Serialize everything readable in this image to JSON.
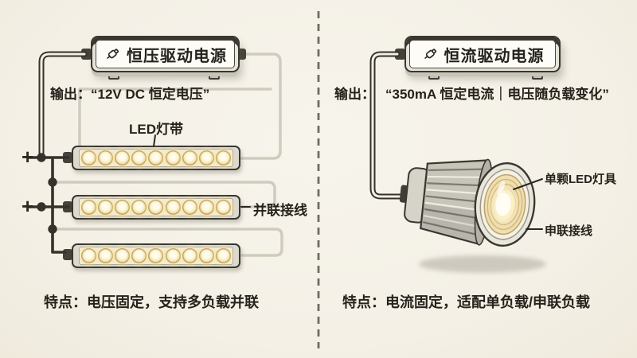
{
  "colors": {
    "background": "#f4f0e6",
    "ink": "#26231c",
    "wire_dark": "#34322b",
    "wire_faint": "#cfccbe",
    "led_glow": "#f2dea6",
    "metal_casing": "#dcd9cf",
    "panel_white": "#fdfcf7"
  },
  "divider": {
    "type": "vertical-dashed-line"
  },
  "left_panel": {
    "driver": {
      "icon": "plug-icon",
      "title": "恒压驱动电源"
    },
    "output": {
      "label": "输出：",
      "value": "“12V DC 恒定电压”"
    },
    "labels": {
      "led_strip": "LED灯带",
      "parallel_wiring": "并联接线"
    },
    "polarity_marks": [
      "+",
      "+"
    ],
    "strips": {
      "count": 3,
      "leds_per_strip": 9
    },
    "feature": "特点：电压固定，支持多负载并联"
  },
  "right_panel": {
    "driver": {
      "icon": "plug-icon",
      "title": "恒流驱动电源"
    },
    "output": {
      "label": "输出：",
      "value": "“350mA 恒定电流｜电压随负载变化”"
    },
    "labels": {
      "single_lamp": "单颗LED灯具",
      "series_wiring": "申联接线"
    },
    "feature": "特点：电流固定，适配单负载/申联负载"
  }
}
